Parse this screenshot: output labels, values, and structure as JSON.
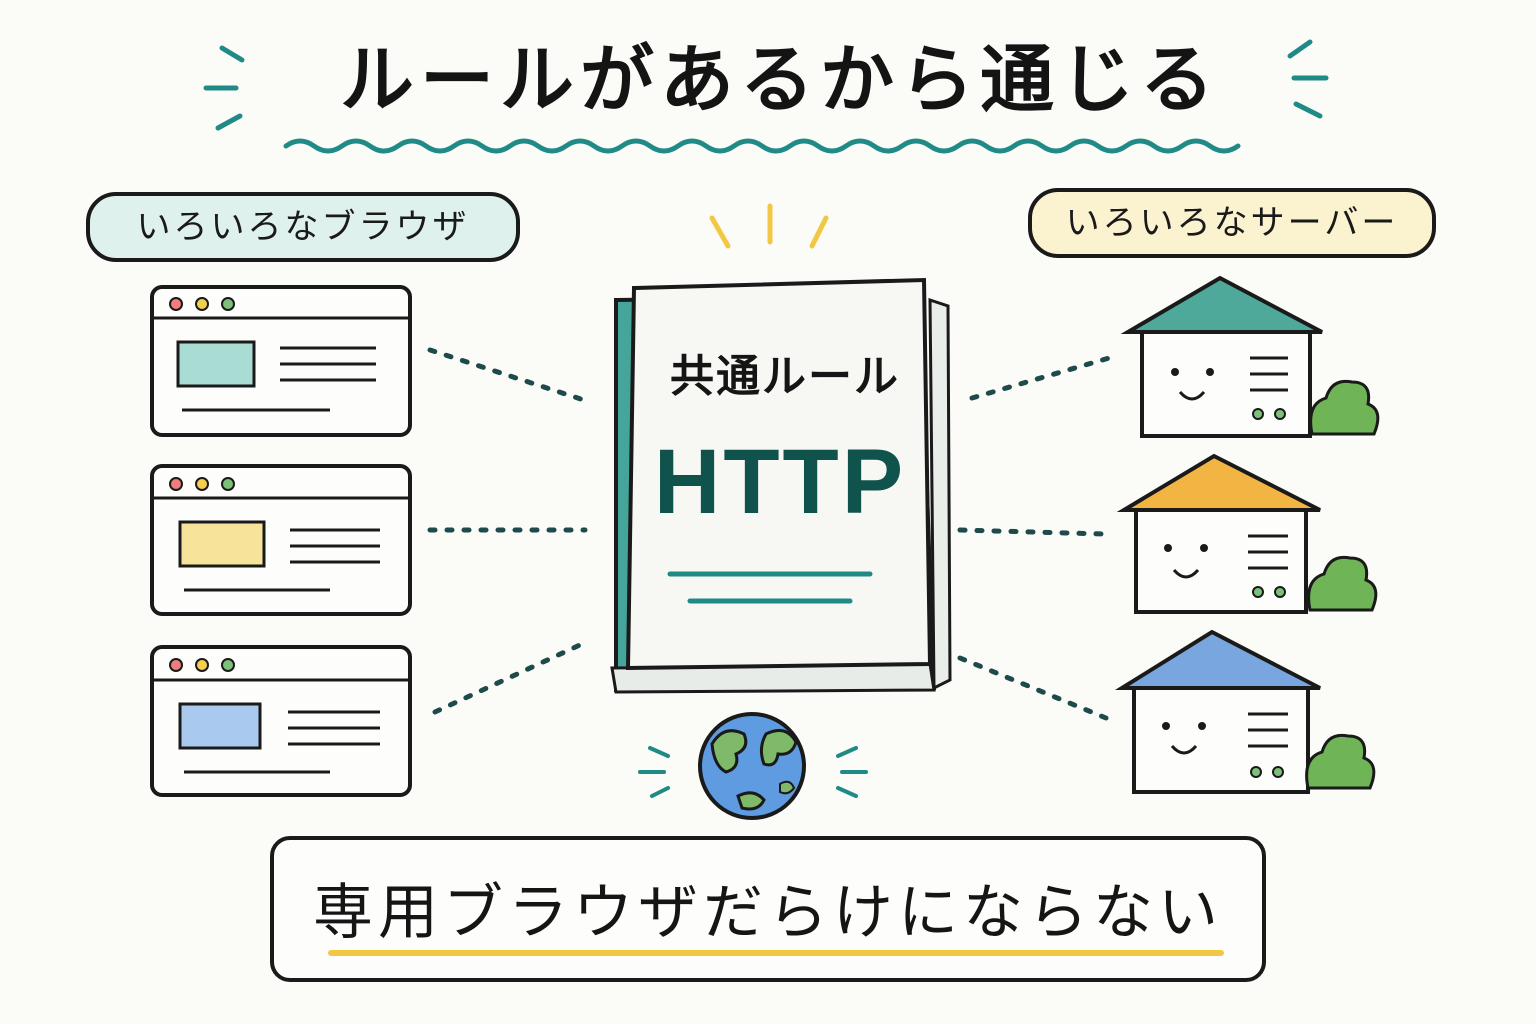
{
  "title": "ルールがあるから通じる",
  "browsers_label": "いろいろなブラウザ",
  "servers_label": "いろいろなサーバー",
  "book": {
    "title": "共通ルール",
    "protocol": "HTTP"
  },
  "bottom_message": "専用ブラウザだらけにならない",
  "browsers": [
    {
      "name": "browser-window-1",
      "accent": "#a9dcd3"
    },
    {
      "name": "browser-window-2",
      "accent": "#f7e49a"
    },
    {
      "name": "browser-window-3",
      "accent": "#a9c9ef"
    }
  ],
  "servers": [
    {
      "name": "server-house-1",
      "roof": "#4fa99a"
    },
    {
      "name": "server-house-2",
      "roof": "#f2b544"
    },
    {
      "name": "server-house-3",
      "roof": "#7aa6e0"
    }
  ],
  "colors": {
    "accent_teal": "#1f8a86",
    "dark_teal": "#10534d",
    "highlight_yellow": "#f2c744",
    "bush_green": "#6fb456",
    "globe_blue": "#5e9be0",
    "globe_land": "#7fba6a"
  }
}
